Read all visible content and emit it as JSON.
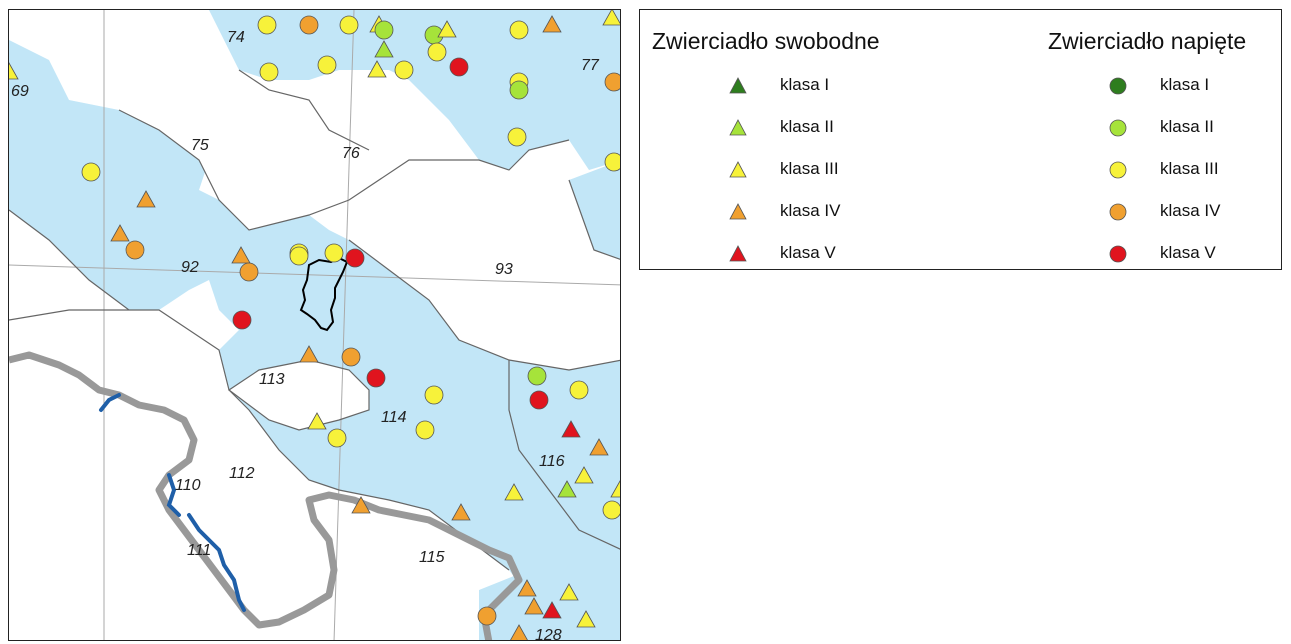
{
  "legend": {
    "free_title": "Zwierciadło swobodne",
    "confined_title": "Zwierciadło napięte",
    "classes": [
      {
        "label": "klasa I",
        "color": "#2e7d1e"
      },
      {
        "label": "klasa II",
        "color": "#a6e33a"
      },
      {
        "label": "klasa III",
        "color": "#f7f23a"
      },
      {
        "label": "klasa IV",
        "color": "#f0a030"
      },
      {
        "label": "klasa V",
        "color": "#e0141e"
      }
    ]
  },
  "map": {
    "colors": {
      "aquifer": "#c2e6f7",
      "boundary": "#666666",
      "border": "#999999",
      "water": "#1f5fa8"
    },
    "region_labels": [
      {
        "id": "74",
        "text": "74"
      },
      {
        "id": "69",
        "text": "69"
      },
      {
        "id": "77",
        "text": "77"
      },
      {
        "id": "75",
        "text": "75"
      },
      {
        "id": "76",
        "text": "76"
      },
      {
        "id": "92",
        "text": "92"
      },
      {
        "id": "93",
        "text": "93"
      },
      {
        "id": "113",
        "text": "113"
      },
      {
        "id": "114",
        "text": "114"
      },
      {
        "id": "116",
        "text": "116"
      },
      {
        "id": "110",
        "text": "110"
      },
      {
        "id": "112",
        "text": "112"
      },
      {
        "id": "111",
        "text": "111"
      },
      {
        "id": "115",
        "text": "115"
      },
      {
        "id": "128",
        "text": "128"
      }
    ],
    "points": [
      {
        "shape": "circle",
        "class": 3
      },
      {
        "shape": "circle",
        "class": 4
      },
      {
        "shape": "circle",
        "class": 3
      },
      {
        "shape": "triangle",
        "class": 3
      },
      {
        "shape": "circle",
        "class": 2
      },
      {
        "shape": "triangle",
        "class": 2
      },
      {
        "shape": "triangle",
        "class": 3
      },
      {
        "shape": "circle",
        "class": 3
      },
      {
        "shape": "circle",
        "class": 2
      },
      {
        "shape": "circle",
        "class": 3
      },
      {
        "shape": "triangle",
        "class": 3
      },
      {
        "shape": "circle",
        "class": 3
      },
      {
        "shape": "circle",
        "class": 5
      },
      {
        "shape": "circle",
        "class": 3
      },
      {
        "shape": "triangle",
        "class": 4
      },
      {
        "shape": "triangle",
        "class": 3
      },
      {
        "shape": "circle",
        "class": 4
      },
      {
        "shape": "circle",
        "class": 3
      },
      {
        "shape": "circle",
        "class": 3
      },
      {
        "shape": "circle",
        "class": 3
      },
      {
        "shape": "circle",
        "class": 2
      },
      {
        "shape": "circle",
        "class": 3
      },
      {
        "shape": "circle",
        "class": 3
      },
      {
        "shape": "triangle",
        "class": 3
      },
      {
        "shape": "circle",
        "class": 3
      },
      {
        "shape": "circle",
        "class": 3
      },
      {
        "shape": "triangle",
        "class": 4
      },
      {
        "shape": "triangle",
        "class": 4
      },
      {
        "shape": "circle",
        "class": 4
      },
      {
        "shape": "triangle",
        "class": 4
      },
      {
        "shape": "circle",
        "class": 4
      },
      {
        "shape": "circle",
        "class": 3
      },
      {
        "shape": "circle",
        "class": 5
      },
      {
        "shape": "circle",
        "class": 5
      },
      {
        "shape": "triangle",
        "class": 4
      },
      {
        "shape": "circle",
        "class": 4
      },
      {
        "shape": "circle",
        "class": 5
      },
      {
        "shape": "circle",
        "class": 3
      },
      {
        "shape": "circle",
        "class": 3
      },
      {
        "shape": "triangle",
        "class": 3
      },
      {
        "shape": "circle",
        "class": 3
      },
      {
        "shape": "triangle",
        "class": 3
      },
      {
        "shape": "triangle",
        "class": 4
      },
      {
        "shape": "triangle",
        "class": 4
      },
      {
        "shape": "circle",
        "class": 2
      },
      {
        "shape": "circle",
        "class": 5
      },
      {
        "shape": "circle",
        "class": 3
      },
      {
        "shape": "triangle",
        "class": 5
      },
      {
        "shape": "triangle",
        "class": 4
      },
      {
        "shape": "triangle",
        "class": 3
      },
      {
        "shape": "triangle",
        "class": 2
      },
      {
        "shape": "circle",
        "class": 3
      },
      {
        "shape": "triangle",
        "class": 3
      },
      {
        "shape": "triangle",
        "class": 4
      },
      {
        "shape": "triangle",
        "class": 3
      },
      {
        "shape": "triangle",
        "class": 4
      },
      {
        "shape": "circle",
        "class": 4
      },
      {
        "shape": "triangle",
        "class": 5
      },
      {
        "shape": "triangle",
        "class": 3
      },
      {
        "shape": "triangle",
        "class": 4
      }
    ]
  }
}
